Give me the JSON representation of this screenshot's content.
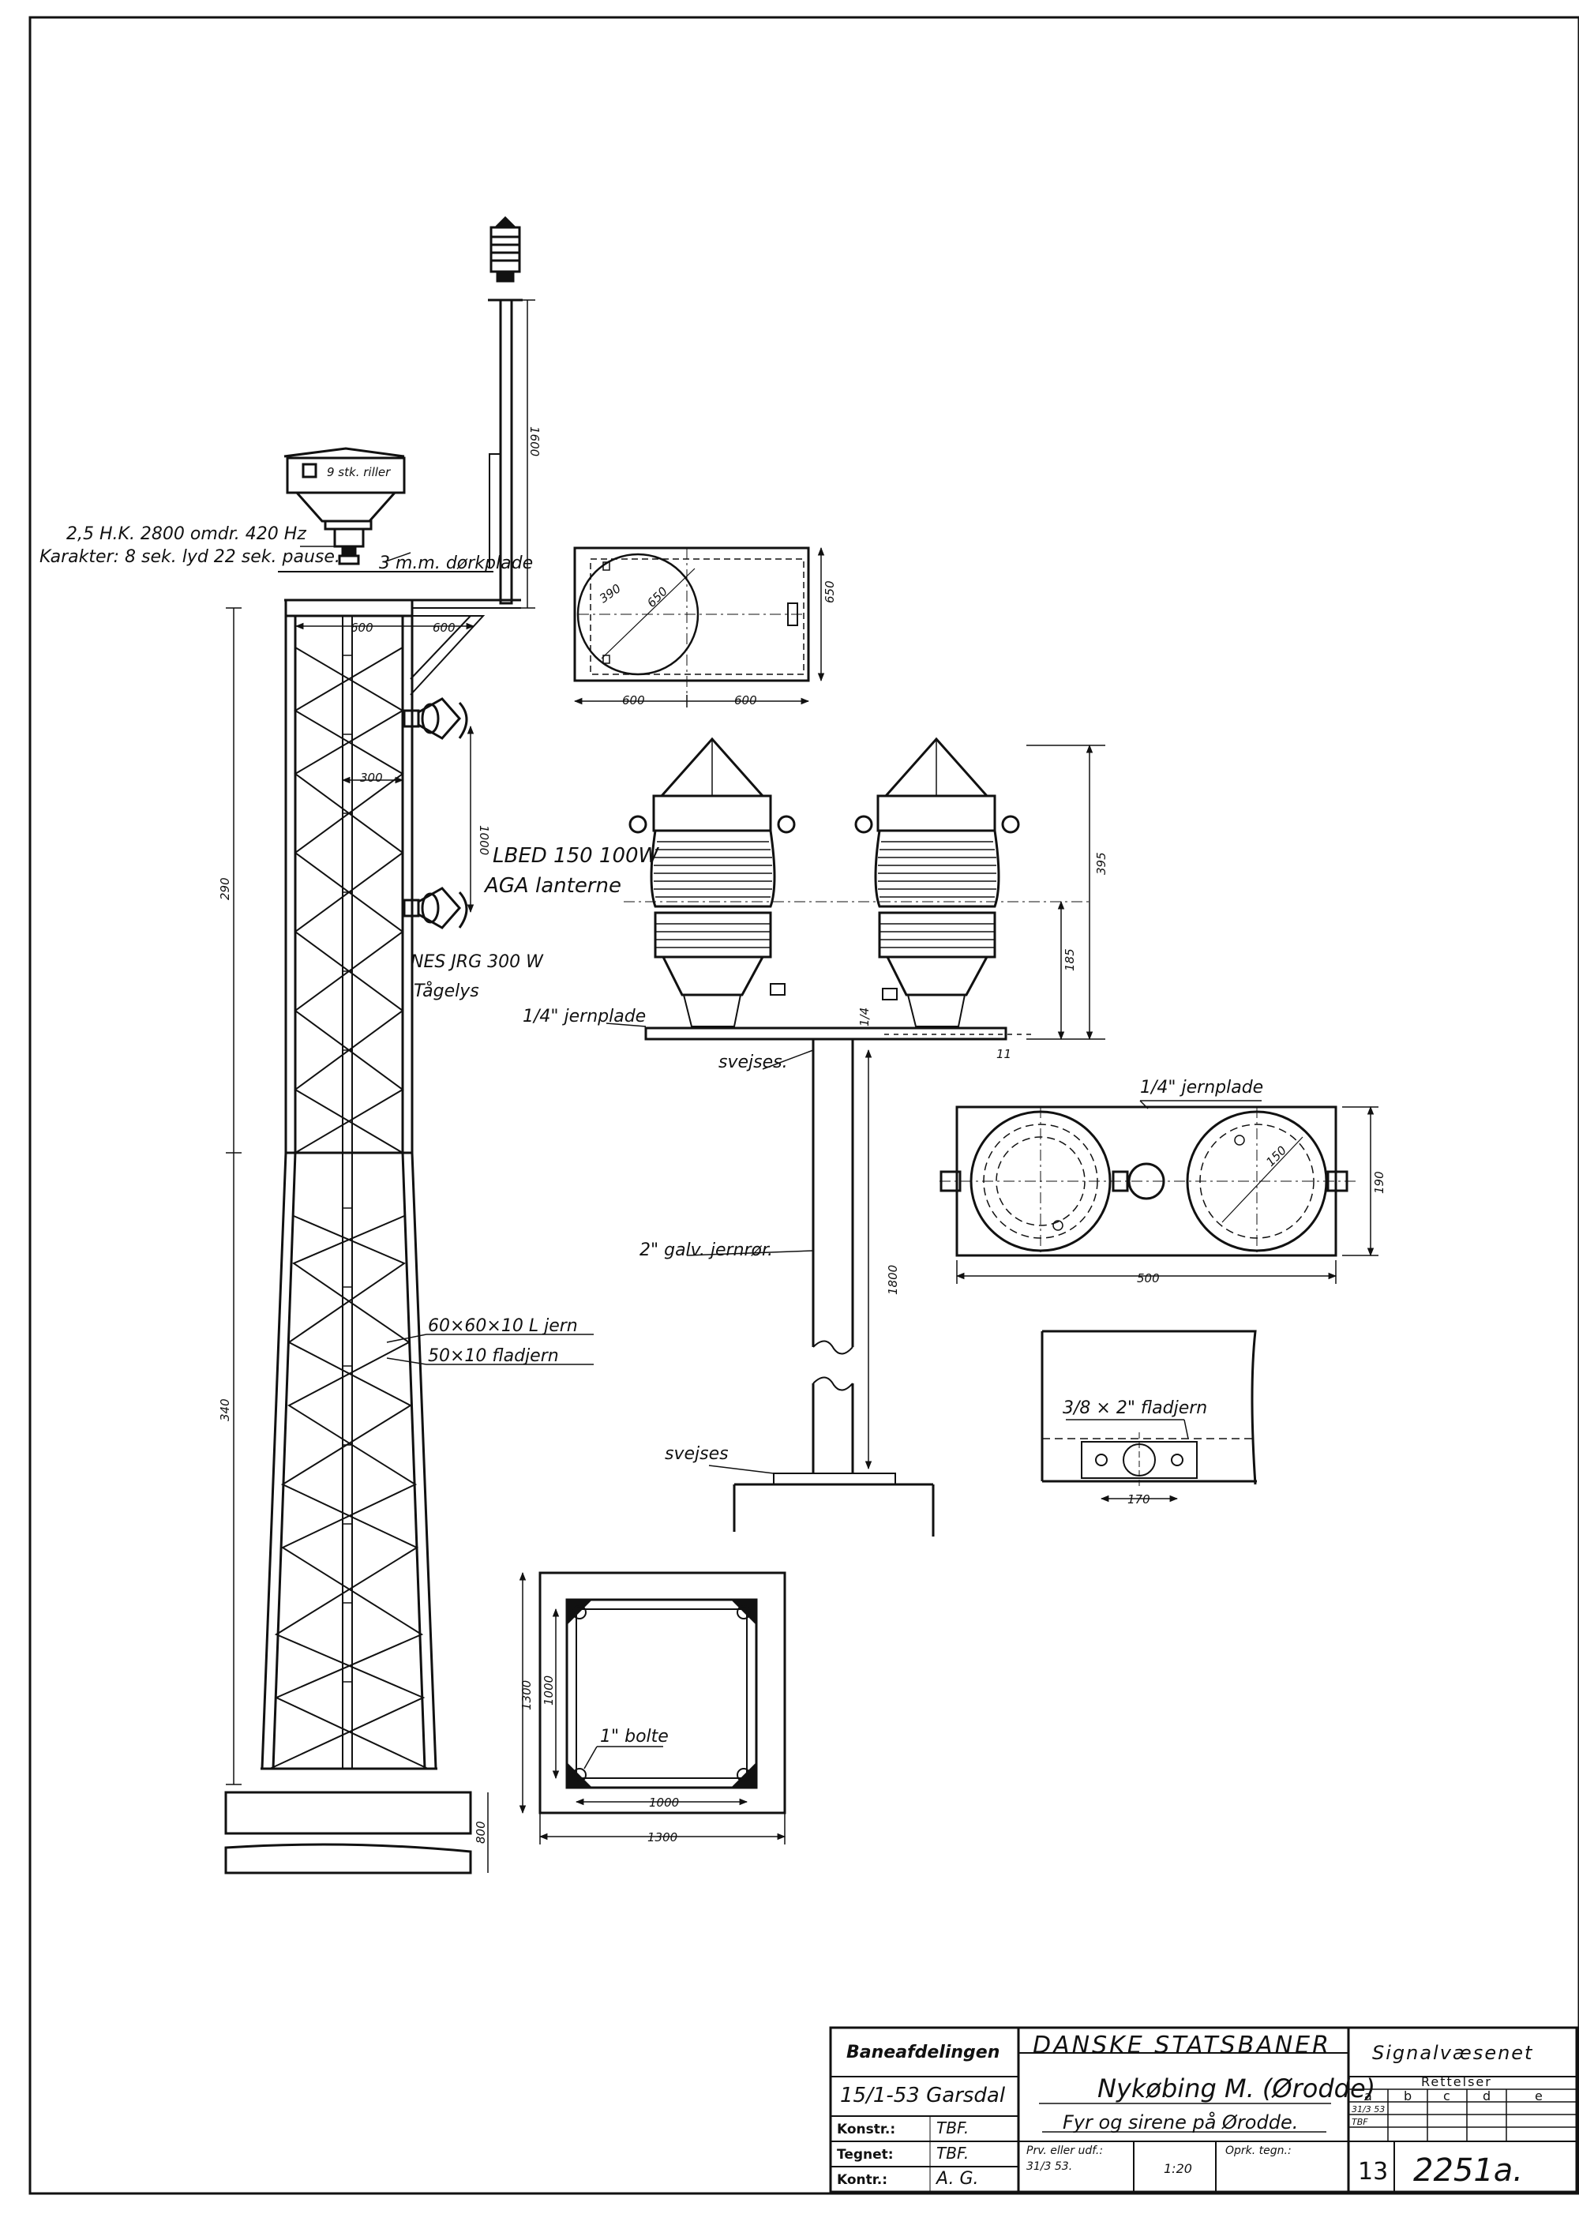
{
  "drawing": {
    "tower": {
      "motor_spec": "2,5 H.K. 2800 omdr. 420 Hz",
      "character": "Karakter: 8 sek. lyd 22 sek. pause.",
      "cap_label": "9 stk. riller",
      "floor_plate": "3 m.m. dørkplade",
      "dim_600_left": "600",
      "dim_600_right": "600",
      "dim_300": "300",
      "dim_1000": "1000",
      "dim_1600_mast": "1600",
      "dim_290": "290",
      "dim_340": "340",
      "dim_800": "800",
      "lamp_upper_1": "LBED 150  100W",
      "lamp_upper_2": "AGA lanterne",
      "lamp_lower_1": "NES JRG 300 W",
      "lamp_lower_2": "Tågelys",
      "angle_iron": "60×60×10  L jern",
      "flat_iron": "50×10  fladjern"
    },
    "platform_plan": {
      "dim_390": "390",
      "dim_650_diag": "650",
      "dim_650_side": "650",
      "dim_600_a": "600",
      "dim_600_b": "600"
    },
    "lantern_detail": {
      "plate": "1/4\" jernplade",
      "weld_top": "svejses.",
      "dim_395": "395",
      "dim_185": "185",
      "dim_1_4": "1/4",
      "dim_11": "11"
    },
    "lantern_plan": {
      "plate": "1/4\" jernplade",
      "dim_150": "150",
      "dim_190": "190",
      "dim_500": "500"
    },
    "pipe": {
      "label": "2\" galv. jernrør.",
      "dim_1800": "1800",
      "weld_bottom": "svejses"
    },
    "flat_iron_detail": {
      "label": "3/8 × 2\" fladjern",
      "dim_170": "170"
    },
    "foundation": {
      "dim_1300_v": "1300",
      "dim_1000_v": "1000",
      "bolts": "1\" bolte",
      "dim_1000_h": "1000",
      "dim_1300_h": "1300"
    }
  },
  "title_block": {
    "department": "Baneafdelingen",
    "company": "DANSKE STATSBANER",
    "division": "Signalvæsenet",
    "date_sign": "15/1-53  Garsdal",
    "place": "Nykøbing M. (Ørodde)",
    "subject": "Fyr og sirene på Ørodde.",
    "corrections_header": "Rettelser",
    "corrections_cols": [
      "a",
      "b",
      "c",
      "d",
      "e"
    ],
    "correction_a_date": "31/3 53",
    "correction_a_by": "TBF",
    "konstr_label": "Konstr.:",
    "konstr_value": "TBF.",
    "tegnet_label": "Tegnet:",
    "tegnet_value": "TBF.",
    "kontr_label": "Kontr.:",
    "kontr_value": "A. G.",
    "approved_label": "Prv. eller udf.:",
    "approved_value": "31/3 53.",
    "scale": "1:20",
    "orig_label": "Oprk. tegn.:",
    "number": "13",
    "drawing_no": "2251a."
  }
}
